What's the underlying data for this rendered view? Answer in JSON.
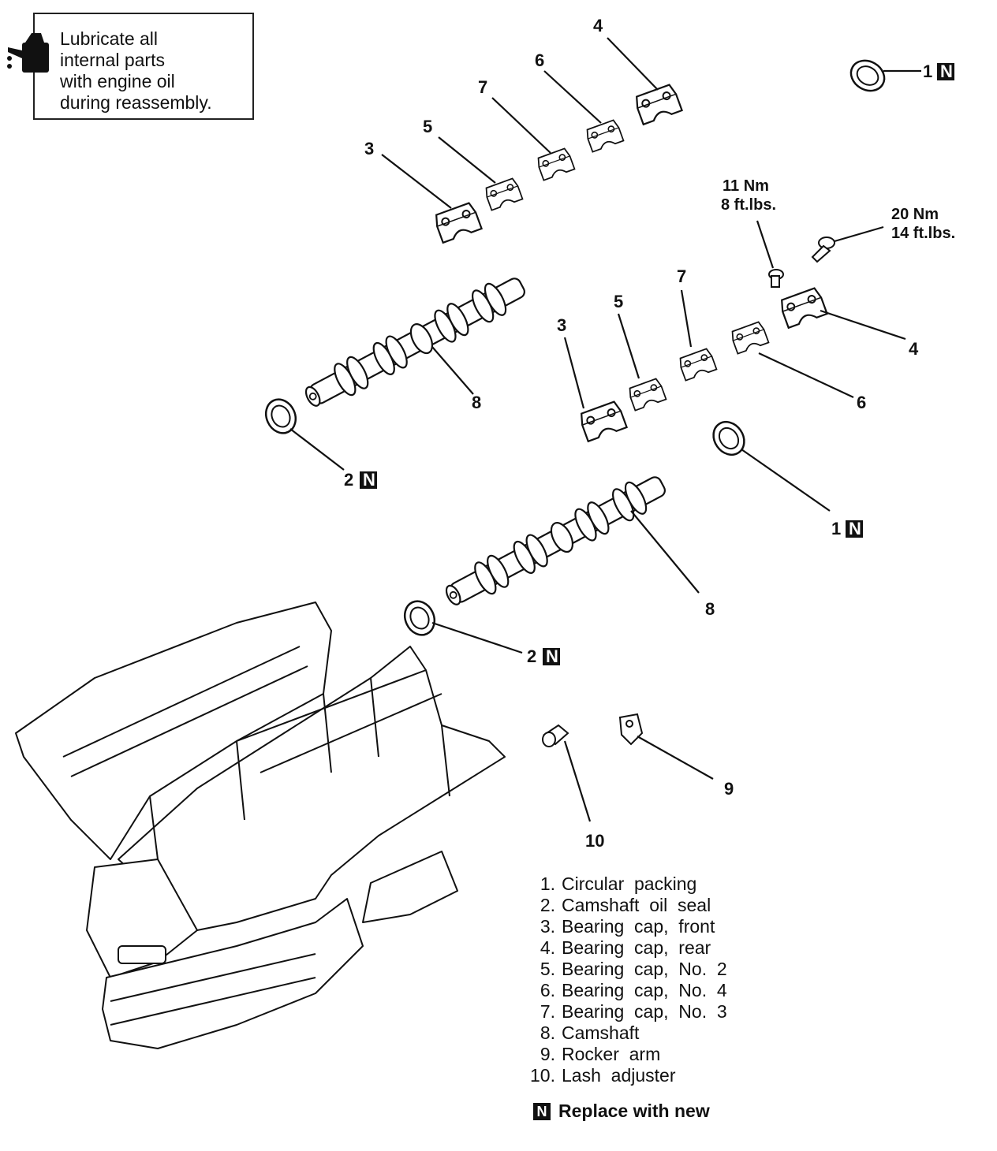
{
  "note": {
    "lines": [
      "Lubricate all",
      "internal parts",
      "with engine oil",
      "during reassembly."
    ],
    "icon": "oil-can-icon"
  },
  "torque": {
    "small_nm": "11 Nm",
    "small_ftlb": "8 ft.lbs.",
    "large_nm": "20 Nm",
    "large_ftlb": "14 ft.lbs."
  },
  "callouts": {
    "one": "1",
    "two": "2",
    "three": "3",
    "four": "4",
    "five": "5",
    "six": "6",
    "seven": "7",
    "eight": "8",
    "nine": "9",
    "ten": "10",
    "new_mark": "N"
  },
  "legend": {
    "items": [
      {
        "num": "1.",
        "text": "Circular  packing"
      },
      {
        "num": "2.",
        "text": "Camshaft  oil  seal"
      },
      {
        "num": "3.",
        "text": "Bearing  cap,  front"
      },
      {
        "num": "4.",
        "text": "Bearing  cap,  rear"
      },
      {
        "num": "5.",
        "text": "Bearing  cap,  No.  2"
      },
      {
        "num": "6.",
        "text": "Bearing  cap,  No.  4"
      },
      {
        "num": "7.",
        "text": "Bearing  cap,  No.  3"
      },
      {
        "num": "8.",
        "text": "Camshaft"
      },
      {
        "num": "9.",
        "text": "Rocker  arm"
      },
      {
        "num": "10.",
        "text": "Lash  adjuster"
      }
    ],
    "replace_new": "Replace with new"
  }
}
